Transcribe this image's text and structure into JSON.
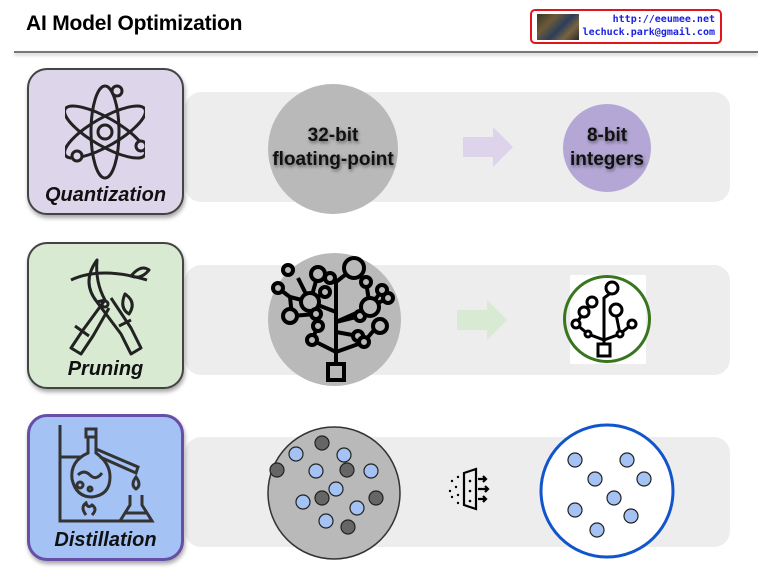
{
  "header": {
    "title": "AI Model Optimization",
    "credit_url": "http://eeumee.net",
    "credit_email": "lechuck.park@gmail.com"
  },
  "rows": [
    {
      "label": "Quantization",
      "icon": "atom-icon",
      "card_color": "#ddd5ea",
      "from_text_line1": "32-bit",
      "from_text_line2": "floating-point",
      "from_color": "#b9b9b9",
      "arrow_color": "#ddd4ec",
      "to_text_line1": "8-bit",
      "to_text_line2": "integers",
      "to_color": "#b4a7d6"
    },
    {
      "label": "Pruning",
      "icon": "pruning-shears-icon",
      "card_color": "#d9ead3",
      "from_icon": "full-network-tree-icon",
      "from_color": "#b9b9b9",
      "arrow_color": "#d9ead3",
      "to_icon": "pruned-network-tree-icon",
      "to_border_color": "#38761d"
    },
    {
      "label": "Distillation",
      "icon": "distillation-flask-icon",
      "card_color": "#a4c2f4",
      "card_border_color": "#674ea7",
      "from_icon": "mixed-particles-icon",
      "from_color": "#b9b9b9",
      "filter_icon": "filter-icon",
      "to_icon": "filtered-particles-icon",
      "to_border_color": "#1155cc",
      "light_particle_color": "#a4c2f4",
      "dark_particle_color": "#666666"
    }
  ]
}
